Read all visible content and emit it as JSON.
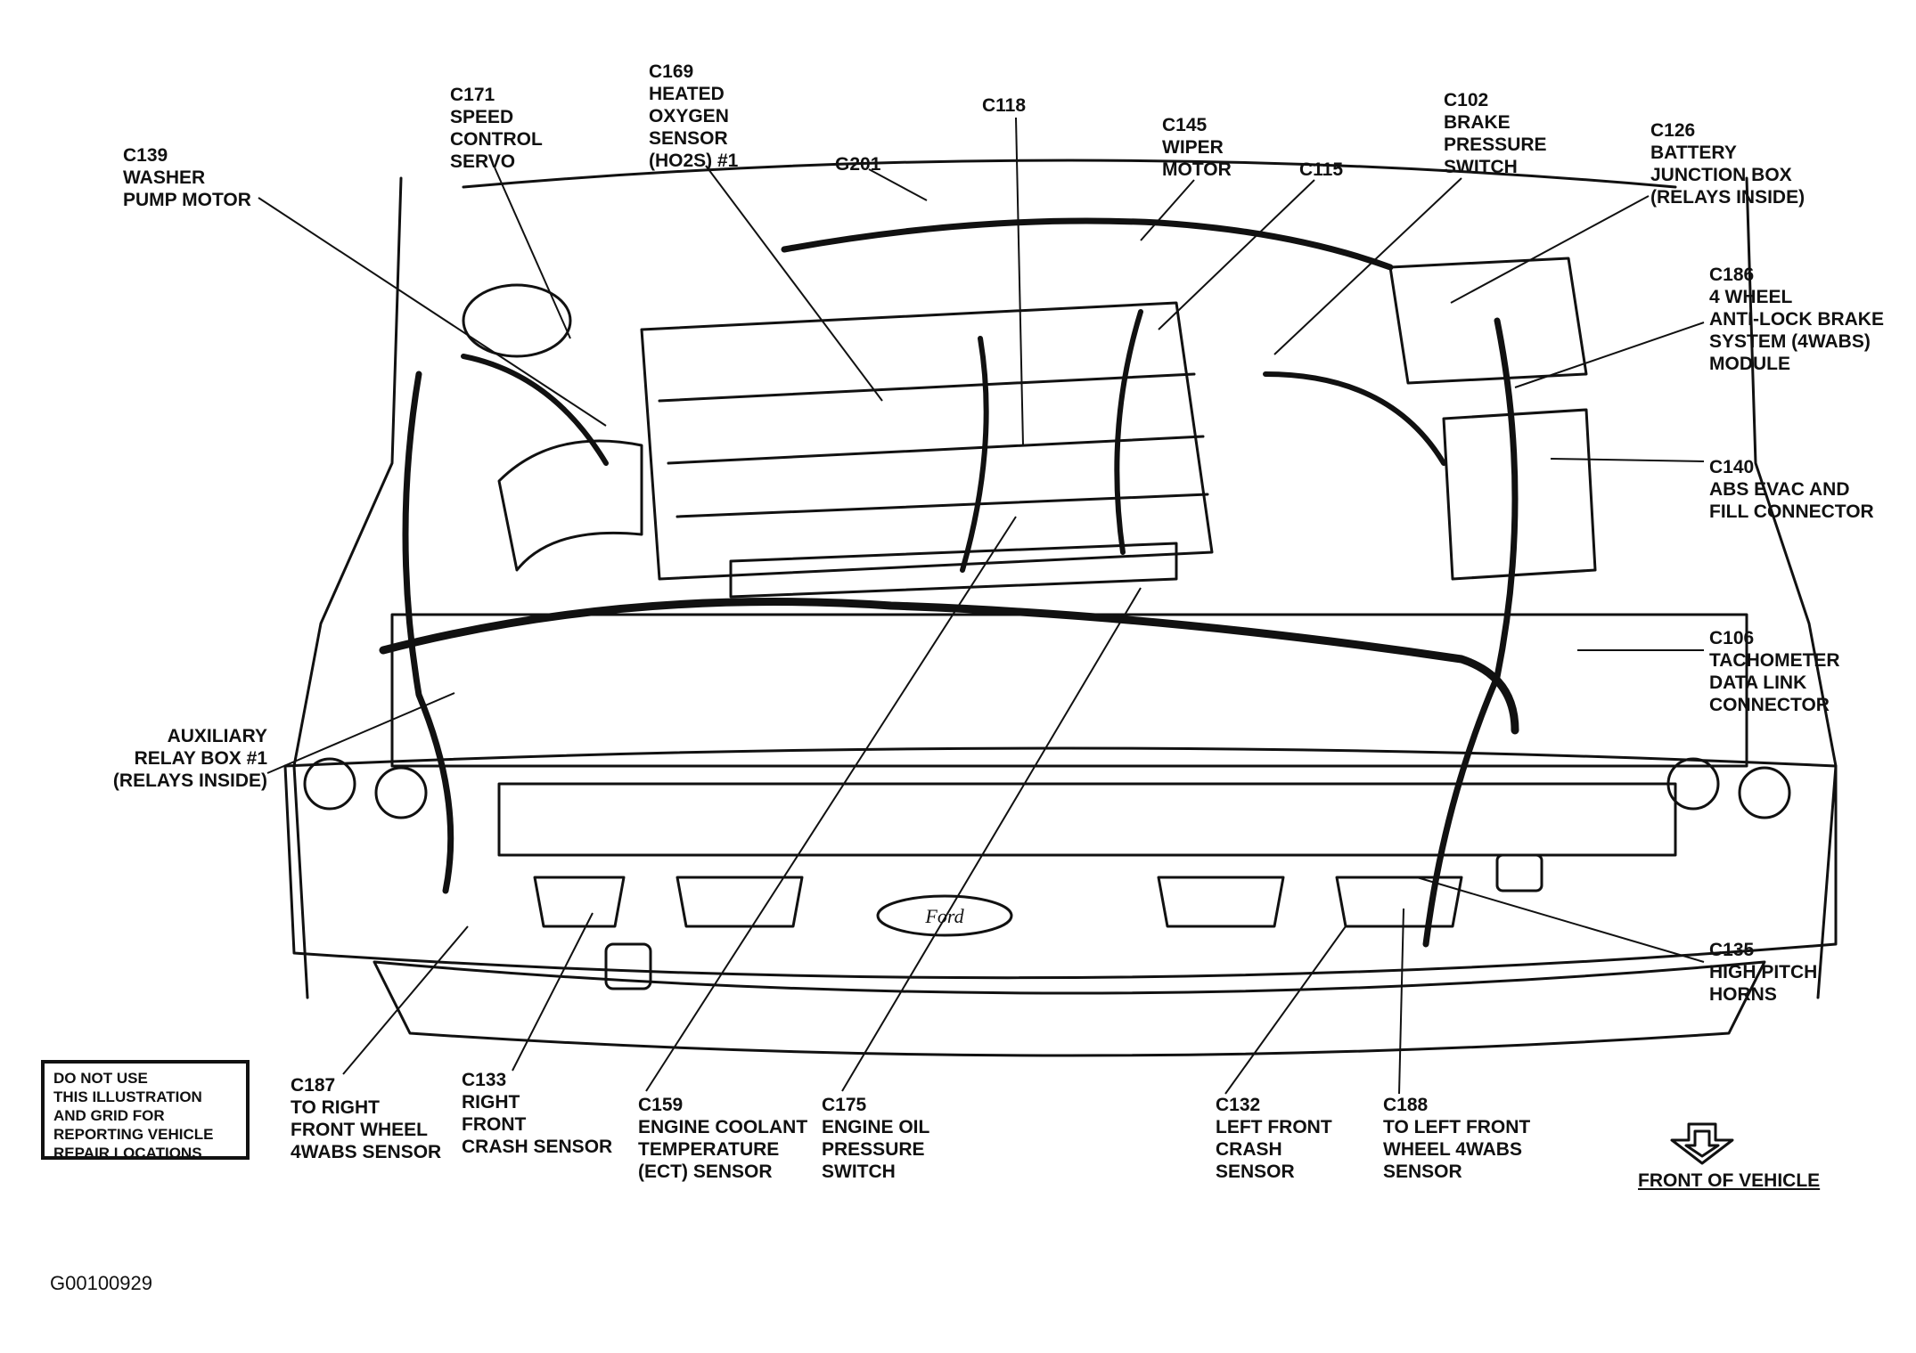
{
  "labels": {
    "c139": [
      "C139",
      "WASHER",
      "PUMP MOTOR"
    ],
    "c171": [
      "C171",
      "SPEED",
      "CONTROL",
      "SERVO"
    ],
    "c169": [
      "C169",
      "HEATED",
      "OXYGEN",
      "SENSOR",
      "(HO2S) #1"
    ],
    "g201": [
      "G201"
    ],
    "c118": [
      "C118"
    ],
    "c145": [
      "C145",
      "WIPER",
      "MOTOR"
    ],
    "c115": [
      "C115"
    ],
    "c102": [
      "C102",
      "BRAKE",
      "PRESSURE",
      "SWITCH"
    ],
    "c126": [
      "C126",
      "BATTERY",
      "JUNCTION BOX",
      "(RELAYS INSIDE)"
    ],
    "c186": [
      "C186",
      "4 WHEEL",
      "ANTI-LOCK BRAKE",
      "SYSTEM (4WABS)",
      "MODULE"
    ],
    "c140": [
      "C140",
      "ABS EVAC AND",
      "FILL CONNECTOR"
    ],
    "c106": [
      "C106",
      "TACHOMETER",
      "DATA LINK",
      "CONNECTOR"
    ],
    "c135": [
      "C135",
      "HIGH PITCH",
      "HORNS"
    ],
    "aux": [
      "AUXILIARY",
      "RELAY BOX #1",
      "(RELAYS INSIDE)"
    ],
    "c187": [
      "C187",
      "TO RIGHT",
      "FRONT WHEEL",
      "4WABS SENSOR"
    ],
    "c133": [
      "C133",
      "RIGHT",
      "FRONT",
      "CRASH SENSOR"
    ],
    "c159": [
      "C159",
      "ENGINE COOLANT",
      "TEMPERATURE",
      "(ECT) SENSOR"
    ],
    "c175": [
      "C175",
      "ENGINE OIL",
      "PRESSURE",
      "SWITCH"
    ],
    "c132": [
      "C132",
      "LEFT FRONT",
      "CRASH",
      "SENSOR"
    ],
    "c188": [
      "C188",
      "TO LEFT FRONT",
      "WHEEL 4WABS",
      "SENSOR"
    ]
  },
  "notice": [
    "DO NOT USE",
    "THIS  ILLUSTRATION",
    "AND GRID FOR",
    "REPORTING VEHICLE",
    "REPAIR  LOCATIONS"
  ],
  "front_of_vehicle": "FRONT OF VEHICLE",
  "figure_id": "G00100929",
  "badge_text": "Ford",
  "icons": [
    "front-arrow-icon",
    "ford-logo-icon"
  ]
}
